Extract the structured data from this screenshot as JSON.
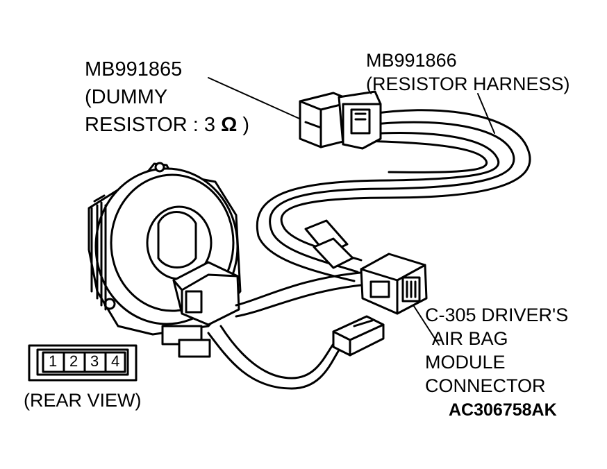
{
  "labels": {
    "dummy_resistor": {
      "line1": "MB991865",
      "line2": "(DUMMY",
      "line3": "RESISTOR : 3",
      "omega": "Ω",
      "close": ")"
    },
    "resistor_harness": {
      "line1": "MB991866",
      "line2": "(RESISTOR HARNESS)"
    },
    "connector": {
      "line1": "C-305 DRIVER'S",
      "line2": "AIR BAG",
      "line3": "MODULE",
      "line4": "CONNECTOR"
    },
    "rear_view": "(REAR VIEW)",
    "pins": [
      "1",
      "2",
      "3",
      "4"
    ],
    "figure_code": "AC306758AK"
  }
}
